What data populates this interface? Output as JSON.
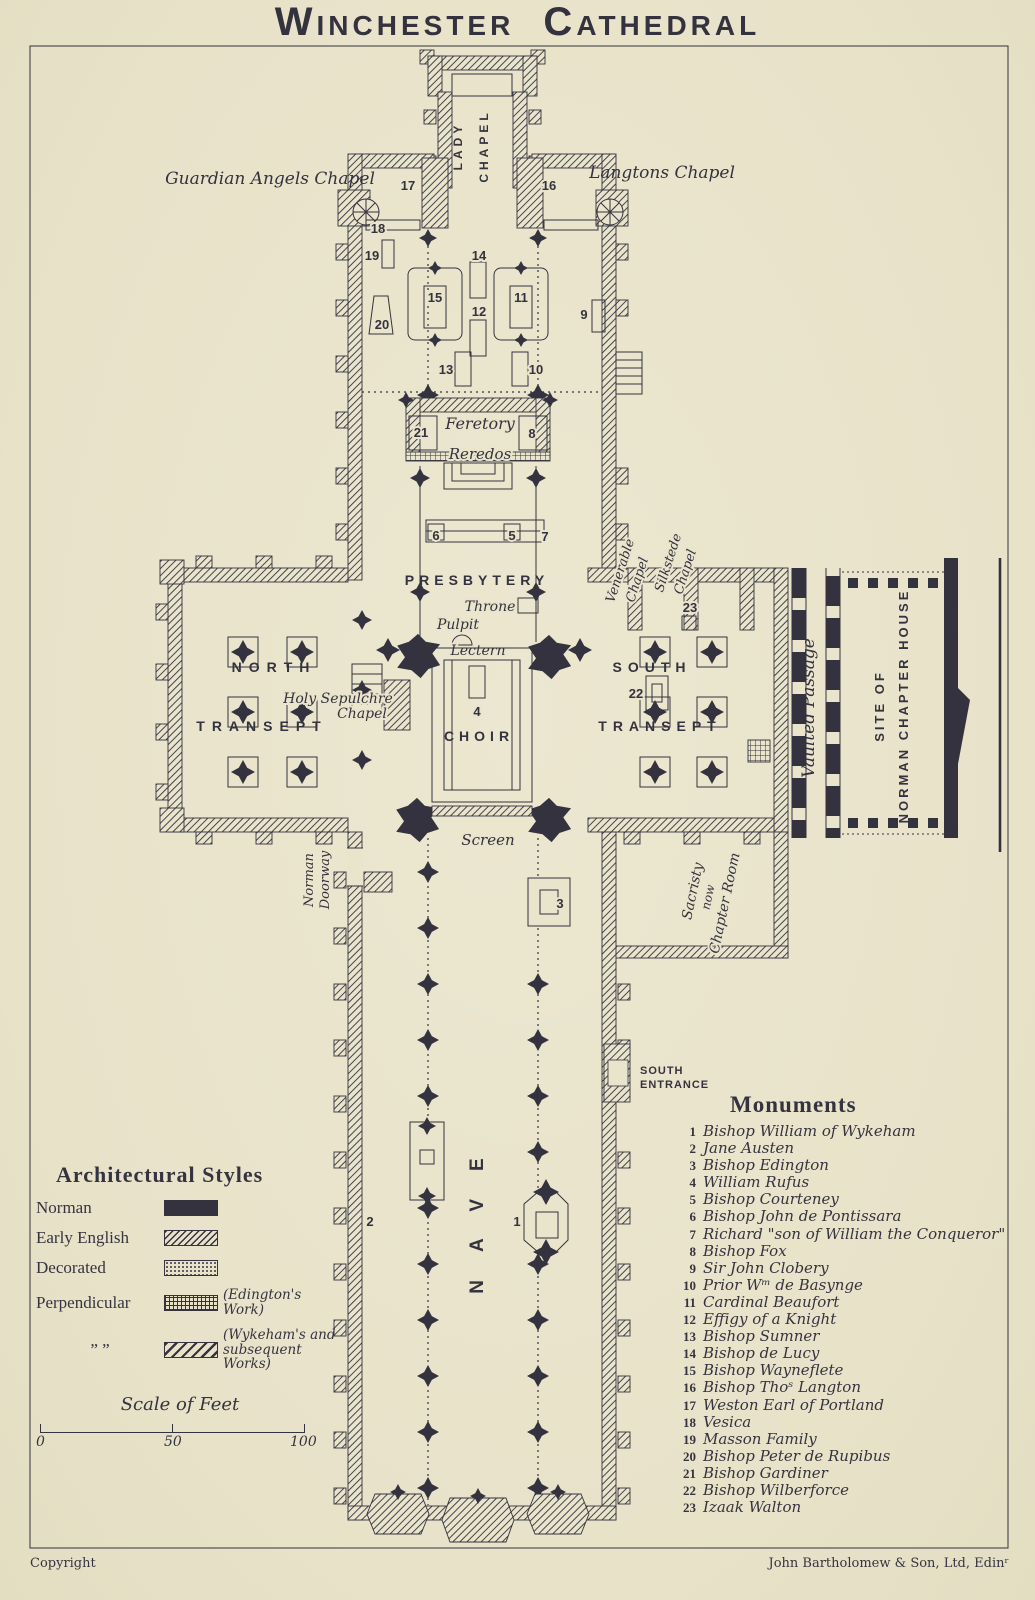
{
  "title": "Winchester Cathedral",
  "colors": {
    "paper": "#e9e4cc",
    "ink": "#34323e"
  },
  "legend": {
    "heading": "Architectural Styles",
    "items": [
      {
        "label": "Norman",
        "style": "solid",
        "note": ""
      },
      {
        "label": "Early English",
        "style": "diagonal",
        "note": ""
      },
      {
        "label": "Decorated",
        "style": "dots",
        "note": ""
      },
      {
        "label": "Perpendicular",
        "style": "grid",
        "note": "(Edington's Work)"
      },
      {
        "label": "” ”",
        "style": "diagonal-light",
        "note": "(Wykeham's and subsequent Works)"
      }
    ]
  },
  "scale": {
    "label": "Scale of Feet",
    "ticks": [
      "0",
      "50",
      "100"
    ]
  },
  "monuments": {
    "heading": "Monuments",
    "items": [
      {
        "num": "1",
        "name": "Bishop William of Wykeham"
      },
      {
        "num": "2",
        "name": "Jane Austen"
      },
      {
        "num": "3",
        "name": "Bishop Edington"
      },
      {
        "num": "4",
        "name": "William Rufus"
      },
      {
        "num": "5",
        "name": "Bishop Courteney"
      },
      {
        "num": "6",
        "name": "Bishop John de Pontissara"
      },
      {
        "num": "7",
        "name": "Richard \"son of William the Conqueror\""
      },
      {
        "num": "8",
        "name": "Bishop Fox"
      },
      {
        "num": "9",
        "name": "Sir John Clobery"
      },
      {
        "num": "10",
        "name": "Prior Wᵐ de Basynge"
      },
      {
        "num": "11",
        "name": "Cardinal Beaufort"
      },
      {
        "num": "12",
        "name": "Effigy of a Knight"
      },
      {
        "num": "13",
        "name": "Bishop Sumner"
      },
      {
        "num": "14",
        "name": "Bishop de Lucy"
      },
      {
        "num": "15",
        "name": "Bishop Wayneflete"
      },
      {
        "num": "16",
        "name": "Bishop Thoˢ Langton"
      },
      {
        "num": "17",
        "name": "Weston Earl of Portland"
      },
      {
        "num": "18",
        "name": "Vesica"
      },
      {
        "num": "19",
        "name": "Masson Family"
      },
      {
        "num": "20",
        "name": "Bishop Peter de Rupibus"
      },
      {
        "num": "21",
        "name": "Bishop Gardiner"
      },
      {
        "num": "22",
        "name": "Bishop Wilberforce"
      },
      {
        "num": "23",
        "name": "Izaak Walton"
      }
    ]
  },
  "plan": {
    "labels": {
      "guardian_angels": "Guardian Angels Chapel",
      "langtons": "Langtons Chapel",
      "lady_1": "LADY",
      "lady_2": "CHAPEL",
      "feretory": "Feretory",
      "reredos": "Reredos",
      "presbytery": "PRESBYTERY",
      "throne": "Throne",
      "pulpit": "Pulpit",
      "lectern": "Lectern",
      "north_1": "NORTH",
      "north_2": "TRANSEPT",
      "holy_sep_1": "Holy Sepulchre",
      "holy_sep_2": "Chapel",
      "choir": "CHOIR",
      "south_1": "SOUTH",
      "south_2": "TRANSEPT",
      "venerable_1": "Venerable",
      "venerable_2": "Chapel",
      "silkstede_1": "Silkstede",
      "silkstede_2": "Chapel",
      "vaulted": "Vaulted Passage",
      "site_1": "SITE OF",
      "site_2": "NORMAN CHAPTER HOUSE",
      "screen": "Screen",
      "norman_door_1": "Norman",
      "norman_door_2": "Doorway",
      "sacristy_1": "Sacristy",
      "sacristy_2": "now",
      "sacristy_3": "Chapter Room",
      "s_entrance_1": "SOUTH",
      "s_entrance_2": "ENTRANCE",
      "nave": "NAVE"
    }
  },
  "footer": {
    "copyright": "Copyright",
    "publisher": "John Bartholomew & Son, Ltd, Edinʳ"
  }
}
